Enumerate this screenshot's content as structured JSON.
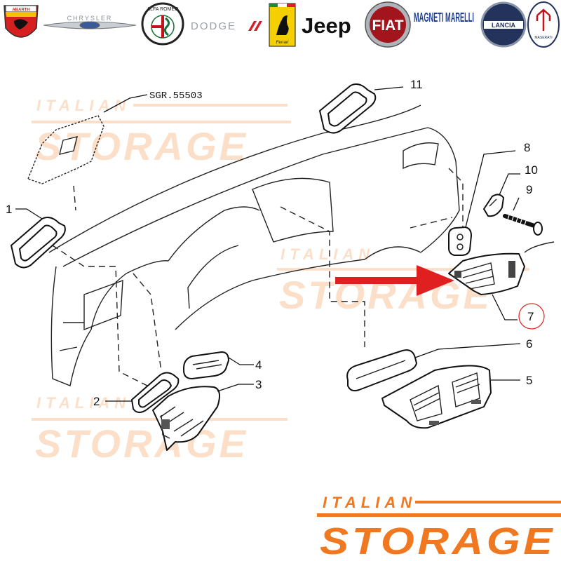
{
  "brands": [
    {
      "name": "ABARTH",
      "icon": "abarth-logo-icon"
    },
    {
      "name": "CHRYSLER",
      "icon": "chrysler-logo-icon"
    },
    {
      "name": "ALFA ROMEO",
      "icon": "alfa-romeo-logo-icon"
    },
    {
      "name": "DODGE",
      "icon": "dodge-logo-icon"
    },
    {
      "name": "Ferrari",
      "icon": "ferrari-logo-icon"
    },
    {
      "name": "Jeep",
      "icon": "jeep-logo-icon"
    },
    {
      "name": "FIAT",
      "icon": "fiat-logo-icon"
    },
    {
      "name": "MAGNETI MARELLI",
      "icon": "magneti-marelli-logo-icon"
    },
    {
      "name": "LANCIA",
      "icon": "lancia-logo-icon"
    },
    {
      "name": "MASERATI",
      "icon": "maserati-logo-icon"
    }
  ],
  "diagram": {
    "reference": "SGR.55503",
    "callouts": [
      "1",
      "2",
      "3",
      "4",
      "5",
      "6",
      "7",
      "8",
      "9",
      "10",
      "11"
    ],
    "highlighted_part": "7",
    "arrow_color": "#e02020"
  },
  "watermark": {
    "line1": "ITALIAN",
    "line2": "STORAGE",
    "color": "#f07820",
    "faded_color": "#f9c9a2"
  }
}
